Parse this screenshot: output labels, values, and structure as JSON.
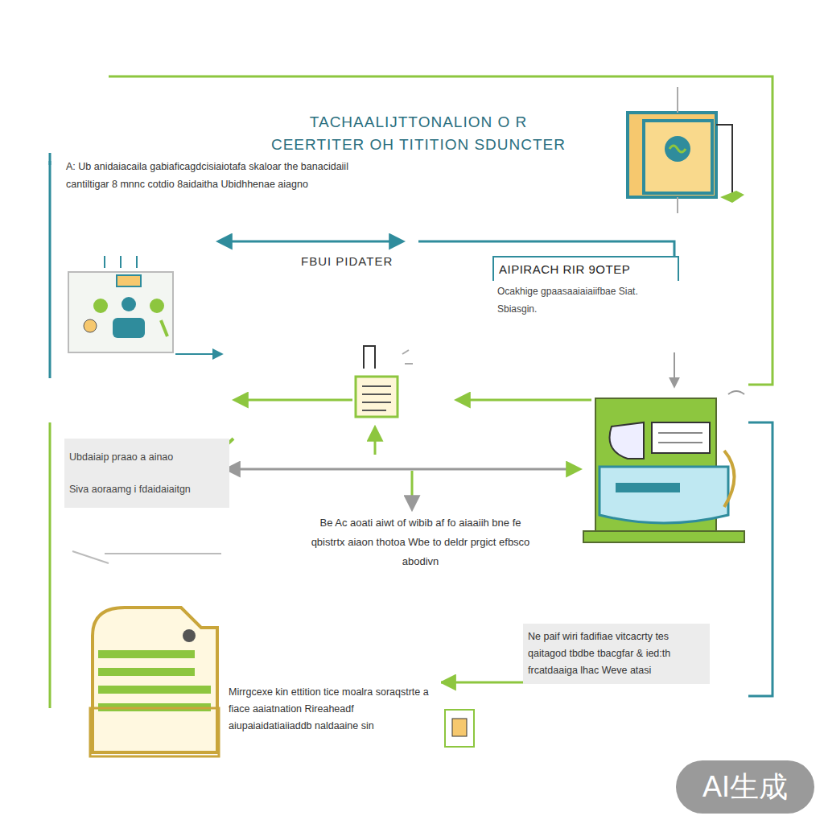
{
  "diagram": {
    "title": "TACHAALIJTTONALION O R CEERTITER OH TITITION SDUNCTER",
    "nodes": [
      {
        "text": [
          "AIPIRACH RIR 9OTEP",
          "Ocakhige gpaasaaiaiaiifbae Siat. Sbiasgin."
        ]
      },
      {
        "text": [
          "Ubdaiaip praao a ainao",
          "Siva aoraamg i fdaidaiaitgn"
        ]
      },
      {
        "text": [
          "Ne paif wiri fadifiae vitcacrty tes qaitagod tbdbe tbacgfar & ied:th frcatdaaiga lhac Weve atasi"
        ]
      },
      {
        "text": [
          "Mirrgcexe kin ettition tice moalra soraqstrte a fiace aaiatnation Rireaheadf aiupaiaidatiaiiaddb naldaaine sin"
        ]
      }
    ],
    "edges": [
      {
        "from": 2,
        "to": 3,
        "arrow": "to"
      }
    ],
    "labels": [
      "A: Ub anidaiacaila gabiaficagdcisiaiotafa skaloar the banacidaiil cantiltigar 8 mnnc cotdio 8aidaitha Ubidhhenae aiagno",
      "FBUI PIDATER",
      "Be Ac aoati aiwt of wibib af fo aiaaiih bne fe qbistrtx aiaon thotoa Wbe to deldr prgict efbsco abodivn",
      "AI生成"
    ]
  }
}
